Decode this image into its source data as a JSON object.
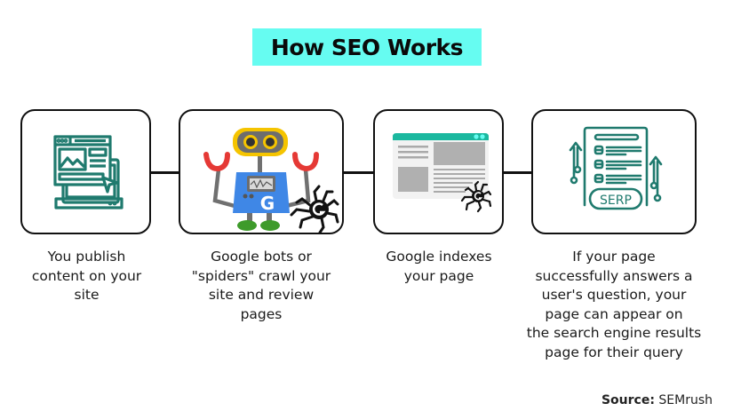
{
  "header": {
    "title": "How SEO Works",
    "highlight_color": "#66fcf1"
  },
  "steps": [
    {
      "icon": "publish-content-icon",
      "caption": "You publish content on your site",
      "caption_lines": [
        "You publish",
        "content on your",
        "site"
      ]
    },
    {
      "icon": "google-bot-spider-icon",
      "caption": "Google bots or \"spiders\" crawl your site and review pages",
      "caption_lines": [
        "Google bots or",
        "\"spiders\" crawl your",
        "site and review",
        "pages"
      ],
      "robot_badge": "G"
    },
    {
      "icon": "indexed-page-icon",
      "caption": "Google indexes your page",
      "caption_lines": [
        "Google indexes",
        "your page"
      ]
    },
    {
      "icon": "serp-icon",
      "caption": "If your page successfully answers a user's question, your page can appear on the search engine results page for their query",
      "caption_lines": [
        "If your page",
        "successfully answers a",
        "user's question, your",
        "page can appear on",
        "the search engine results",
        "page for their query"
      ],
      "icon_label": "SERP"
    }
  ],
  "colors": {
    "icon_teal": "#1f7a6e",
    "browser_bar": "#1bb89f",
    "robot_blue": "#3f87e6",
    "robot_yellow": "#f5c400",
    "robot_red": "#e53935",
    "robot_green": "#3e9b2b",
    "border": "#111111"
  },
  "footer": {
    "source_label": "Source:",
    "source_value": "SEMrush"
  }
}
